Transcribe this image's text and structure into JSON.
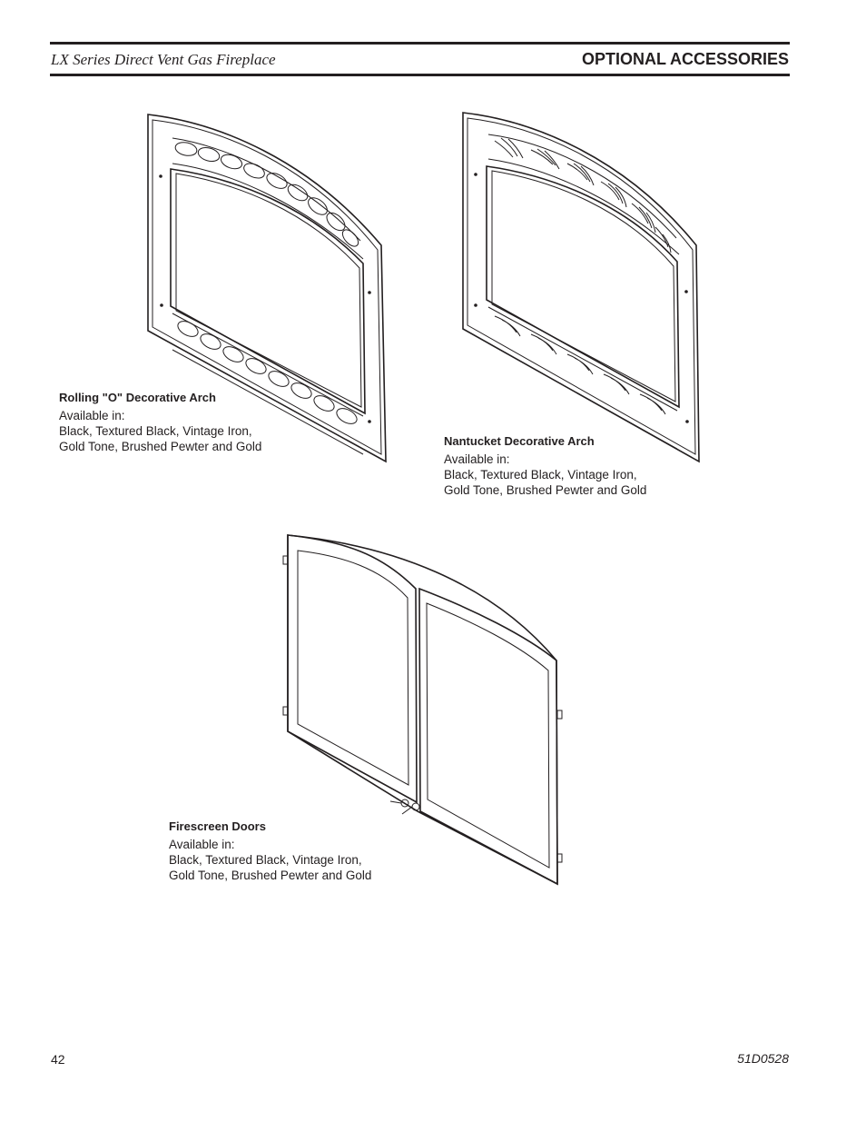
{
  "header": {
    "doc_title": "LX Series Direct Vent Gas Fireplace",
    "section_title": "OPTIONAL ACCESSORIES"
  },
  "items": [
    {
      "name": "Rolling \"O\" Decorative Arch",
      "available_label": "Available in:",
      "colors_line1": "Black, Textured Black, Vintage Iron,",
      "colors_line2": "Gold Tone, Brushed Pewter and Gold"
    },
    {
      "name": "Nantucket Decorative Arch",
      "available_label": "Available in:",
      "colors_line1": "Black, Textured Black, Vintage Iron,",
      "colors_line2": "Gold Tone, Brushed Pewter and Gold"
    },
    {
      "name": "Firescreen Doors",
      "available_label": "Available in:",
      "colors_line1": "Black, Textured Black, Vintage Iron,",
      "colors_line2": "Gold Tone, Brushed Pewter and Gold"
    }
  ],
  "footer": {
    "page_number": "42",
    "doc_code": "51D0528"
  }
}
